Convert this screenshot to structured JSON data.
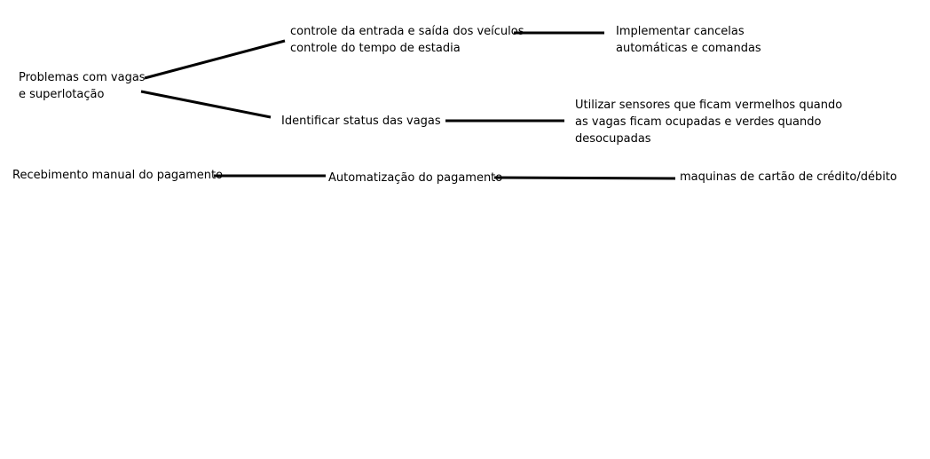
{
  "nodes": {
    "problem": {
      "lines": [
        "Problemas com vagas",
        "e superlotação"
      ]
    },
    "control": {
      "lines": [
        "controle da entrada e saída dos veículos",
        "controle do tempo de estadia"
      ]
    },
    "cancelas": {
      "lines": [
        "Implementar cancelas",
        "automáticas e comandas"
      ]
    },
    "status": {
      "lines": [
        "Identificar status das vagas"
      ]
    },
    "sensores": {
      "lines": [
        "Utilizar sensores que ficam vermelhos quando",
        "as vagas ficam ocupadas e verdes quando",
        "desocupadas"
      ]
    },
    "manual": {
      "lines": [
        "Recebimento manual do pagamento"
      ]
    },
    "auto": {
      "lines": [
        "Automatização do pagamento"
      ]
    },
    "maquinas": {
      "lines": [
        "maquinas de cartão de crédito/débito"
      ]
    }
  },
  "colors": {
    "background": "#ffffff",
    "text": "#000000",
    "connector": "#000000"
  }
}
